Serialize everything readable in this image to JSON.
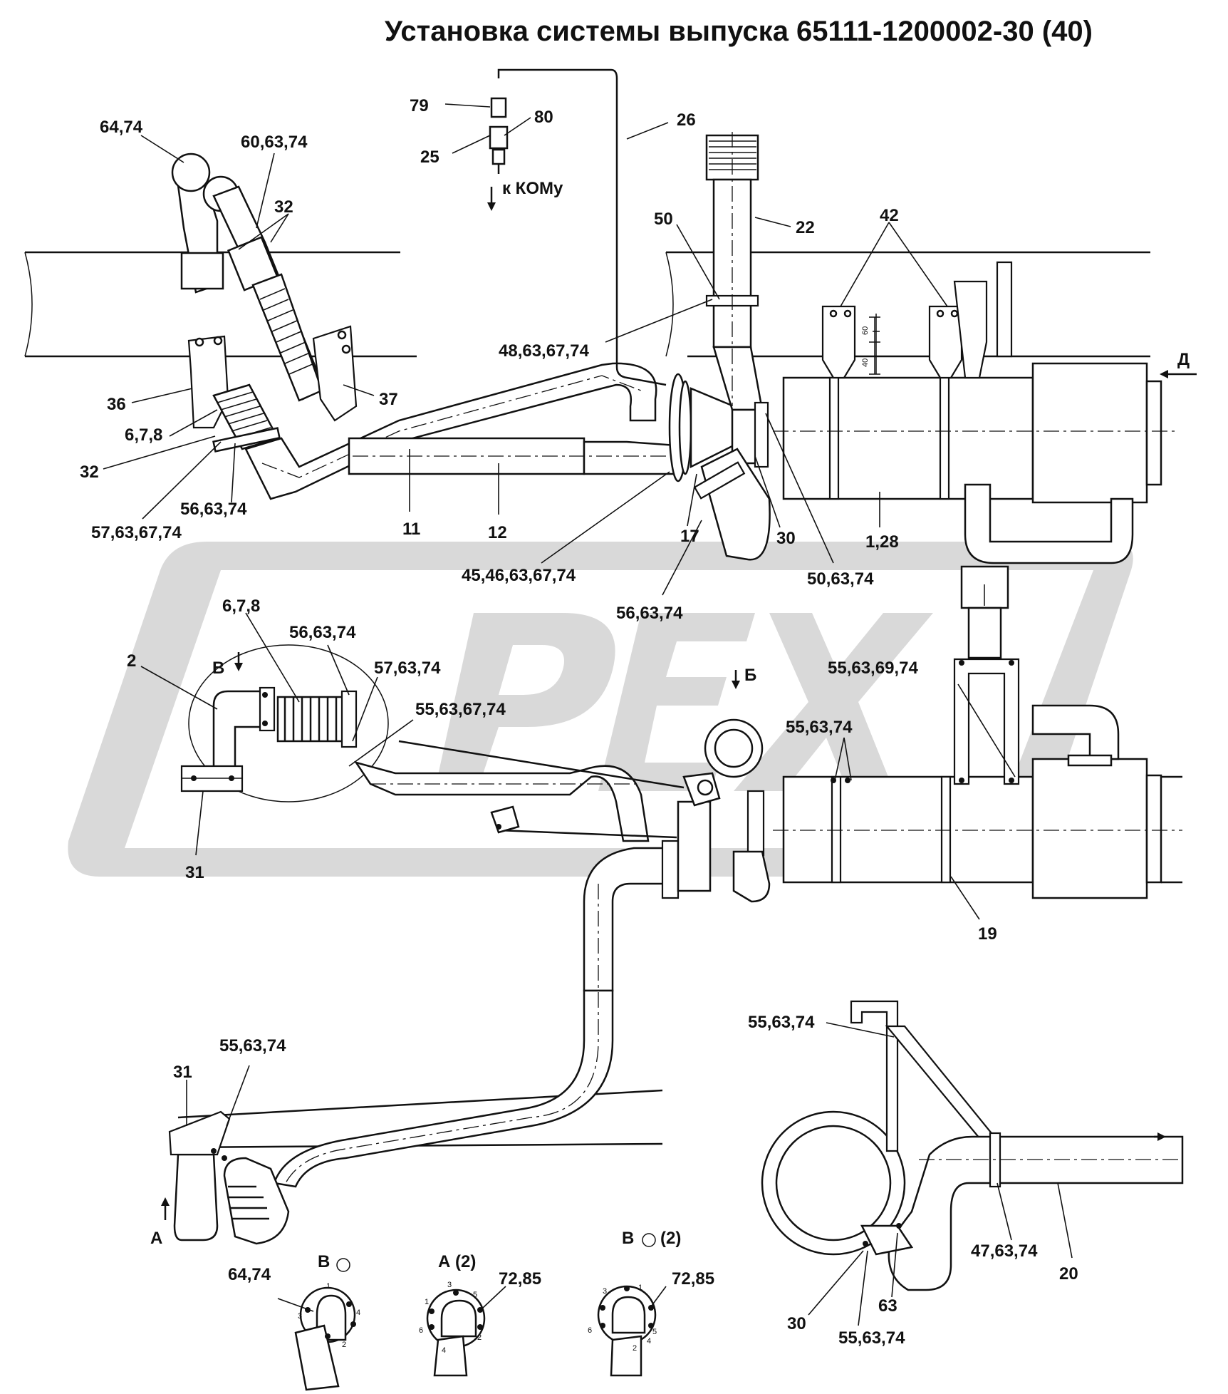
{
  "title": "Установка системы выпуска 65111-1200002-30 (40)",
  "watermark": {
    "text": "РЕХ",
    "color": "#d9d9d9"
  },
  "arrow_note": "к КОМу",
  "views": {
    "d": "Д",
    "b": "Б",
    "v": "В",
    "a": "А",
    "a2": "А (2)",
    "v2": "В",
    "v2_suffix": "(2)"
  },
  "dimensions": {
    "d60": "60",
    "d40": "40"
  },
  "bolt_numbers": [
    "1",
    "2",
    "3",
    "4",
    "5",
    "6"
  ],
  "labels": {
    "l79": "79",
    "l80": "80",
    "l25": "25",
    "l26": "26",
    "l64_74_top": "64,74",
    "l60_63_74": "60,63,74",
    "l32_top": "32",
    "l22": "22",
    "l50": "50",
    "l42": "42",
    "l48": "48,63,67,74",
    "l36": "36",
    "l678_top": "6,7,8",
    "l37": "37",
    "l32_left": "32",
    "l57_top": "57,63,67,74",
    "l56_top": "56,63,74",
    "l11": "11",
    "l12": "12",
    "l17": "17",
    "l30_top": "30",
    "l128": "1,28",
    "l45": "45,46,63,67,74",
    "l56_mid": "56,63,74",
    "l50_63_74": "50,63,74",
    "l678_mid": "6,7,8",
    "l2": "2",
    "l56_b": "56,63,74",
    "l57_b": "57,63,74",
    "l55_67": "55,63,67,74",
    "l55_69": "55,63,69,74",
    "l55_mid": "55,63,74",
    "l31_mid": "31",
    "l19": "19",
    "l31_low": "31",
    "l55_low": "55,63,74",
    "l55_right": "55,63,74",
    "l47": "47,63,74",
    "l20": "20",
    "l30_low": "30",
    "l63_low": "63",
    "l55_bot": "55,63,74",
    "l64_74_bot": "64,74",
    "l72_85_a": "72,85",
    "l72_85_b": "72,85"
  }
}
